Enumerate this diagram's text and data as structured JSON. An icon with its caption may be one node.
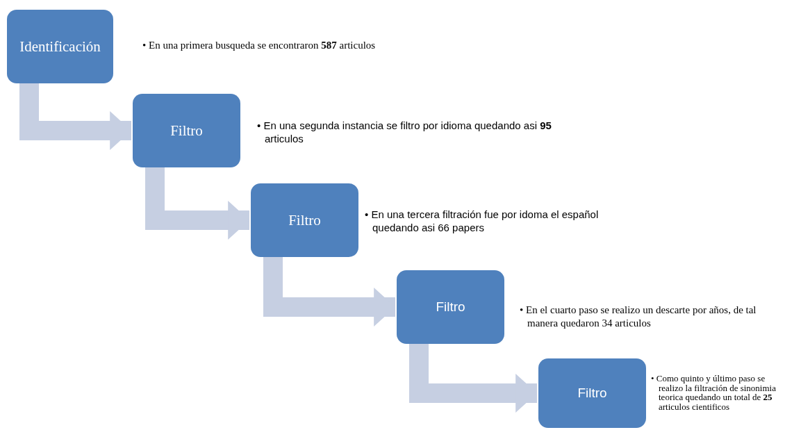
{
  "diagram": {
    "nodes": [
      {
        "text": [
          "Identificación"
        ],
        "beside": [
          "• En una primera busqueda se encontraron **587** articulos"
        ]
      },
      {
        "text": [
          "Filtro"
        ],
        "beside": [
          "• En una segunda instancia se filtro por idioma quedando asi **95** articulos"
        ]
      },
      {
        "text": [
          "Filtro"
        ],
        "beside": [
          "• En una tercera filtración fue por idoma el español quedando asi 66 papers"
        ]
      },
      {
        "text": [
          "Filtro"
        ],
        "beside": [
          "• En el cuarto paso se realizo un descarte por años, de tal manera quedaron 34 articulos"
        ]
      },
      {
        "text": [
          "Filtro"
        ],
        "beside": [
          "• Como quinto y último paso se realizo la filtración de sinonimia teorica quedando un total de **25** articulos cientificos"
        ]
      }
    ],
    "edges": [
      {
        "from": 0,
        "to": 1,
        "arrow": "to"
      },
      {
        "from": 1,
        "to": 2,
        "arrow": "to"
      },
      {
        "from": 2,
        "to": 3,
        "arrow": "to"
      },
      {
        "from": 3,
        "to": 4,
        "arrow": "to"
      }
    ]
  }
}
